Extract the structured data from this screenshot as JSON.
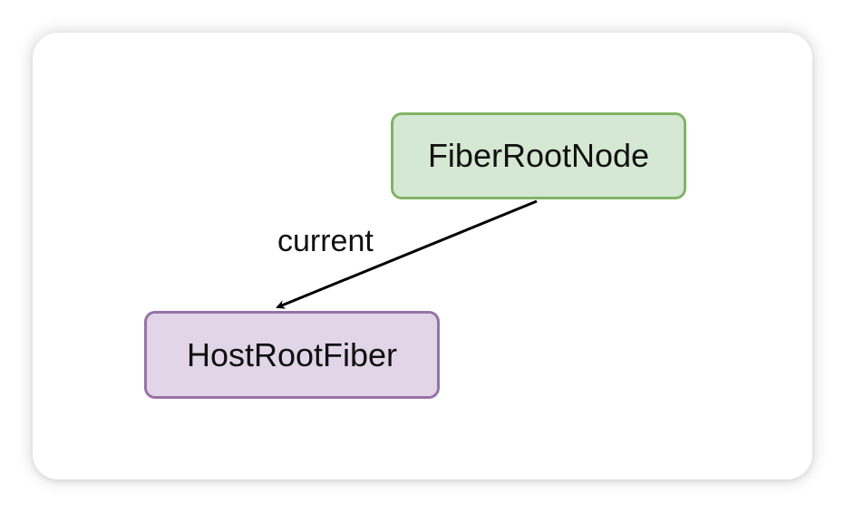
{
  "nodes": {
    "fiber_root_node": {
      "label": "FiberRootNode",
      "fill": "#d5e8d4",
      "stroke": "#82b366"
    },
    "host_root_fiber": {
      "label": "HostRootFiber",
      "fill": "#e1d5e7",
      "stroke": "#9673a6"
    }
  },
  "edges": [
    {
      "from": "FiberRootNode",
      "to": "HostRootFiber",
      "label": "current",
      "color": "#000000"
    }
  ]
}
